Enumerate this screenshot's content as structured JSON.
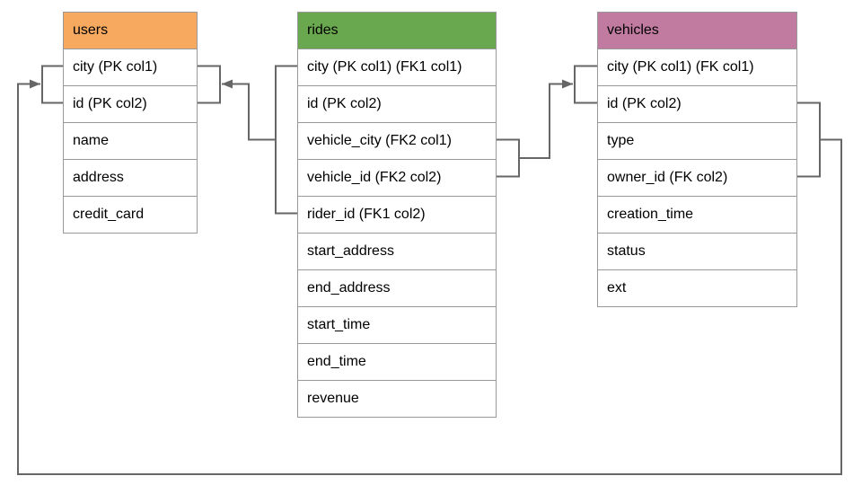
{
  "tables": [
    {
      "name": "users",
      "header_color": "#F6A95F",
      "rows": [
        "city (PK col1)",
        "id (PK col2)",
        "name",
        "address",
        "credit_card"
      ]
    },
    {
      "name": "rides",
      "header_color": "#6AA84F",
      "rows": [
        "city (PK col1) (FK1 col1)",
        "id (PK col2)",
        "vehicle_city (FK2 col1)",
        "vehicle_id (FK2 col2)",
        "rider_id (FK1 col2)",
        "start_address",
        "end_address",
        "start_time",
        "end_time",
        "revenue"
      ]
    },
    {
      "name": "vehicles",
      "header_color": "#C27BA0",
      "rows": [
        "city (PK col1) (FK col1)",
        "id (PK col2)",
        "type",
        "owner_id (FK col2)",
        "creation_time",
        "status",
        "ext"
      ]
    }
  ],
  "colors": {
    "connector": "#666666",
    "table_border": "#999999",
    "text": "#000000",
    "background": "#FFFFFF"
  },
  "relationships": [
    {
      "name": "fk1",
      "from": "rides (city, rider_id)",
      "to": "users (city, id)"
    },
    {
      "name": "fk2",
      "from": "rides (vehicle_city, vehicle_id)",
      "to": "vehicles (city, id)"
    },
    {
      "name": "fk",
      "from": "vehicles (city, owner_id)",
      "to": "users (city, id)"
    }
  ]
}
